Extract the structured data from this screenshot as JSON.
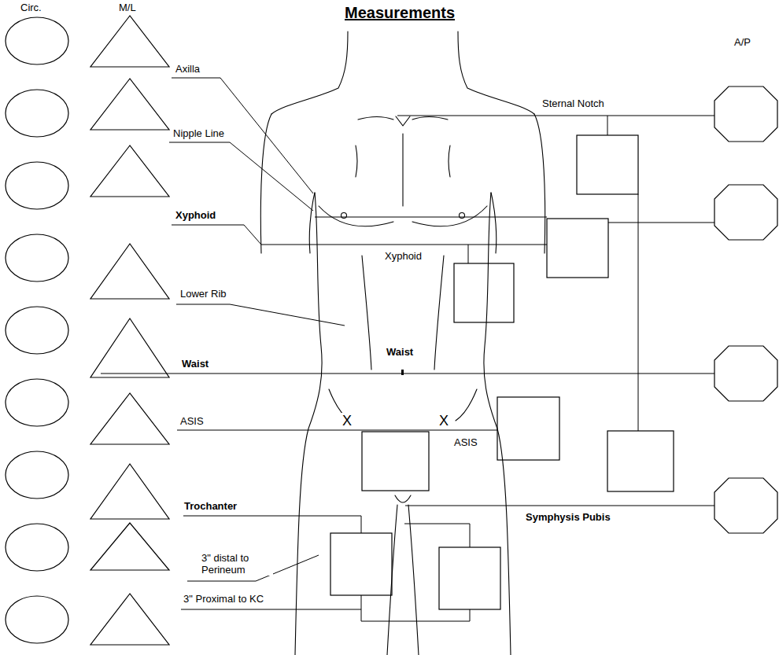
{
  "diagram": {
    "title": "Measurements",
    "labels": [
      "Circ.",
      "M/L",
      "A/P",
      "Axilla",
      "Sternal Notch",
      "Nipple Line",
      "Xyphoid",
      "Xyphoid",
      "Lower Rib",
      "Waist",
      "Waist",
      "ASIS",
      "X",
      "X",
      "ASIS",
      "Trochanter",
      "Symphysis Pubis",
      "3\" distal to Perineum",
      "3\" Proximal to KC"
    ]
  }
}
